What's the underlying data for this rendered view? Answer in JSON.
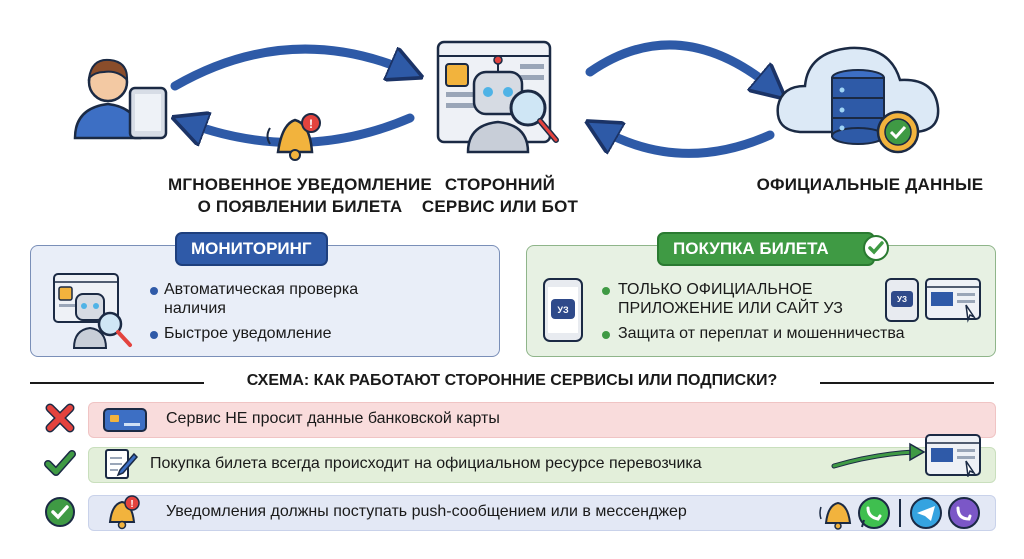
{
  "nodes": {
    "notify_label_line1": "МГНОВЕННОЕ УВЕДОМЛЕНИЕ",
    "notify_label_line2": "О ПОЯВЛЕНИИ БИЛЕТА",
    "service_label_line1": "СТОРОННИЙ",
    "service_label_line2": "СЕРВИС ИЛИ БОТ",
    "official_label": "ОФИЦИАЛЬНЫЕ ДАННЫЕ"
  },
  "monitoring": {
    "title": "МОНИТОРИНГ",
    "bullet1_line1": "Автоматическая проверка",
    "bullet1_line2": "наличия",
    "bullet2": "Быстрое уведомление"
  },
  "purchase": {
    "title": "ПОКУПКА БИЛЕТА",
    "bullet1_line1": "ТОЛЬКО ОФИЦИАЛЬНОЕ",
    "bullet1_line2": "ПРИЛОЖЕНИЕ ИЛИ САЙТ УЗ",
    "bullet2": "Защита от переплат и мошенничества",
    "app_logo": "УЗ"
  },
  "scheme_title": "СХЕМА: КАК РАБОТАЮТ СТОРОННИЕ СЕРВИСЫ ИЛИ ПОДПИСКИ?",
  "rules": [
    {
      "text": "Сервис НЕ просит данные банковской карты",
      "status": "cross"
    },
    {
      "text": "Покупка билета всегда происходит на официальном ресурсе перевозчика",
      "status": "check"
    },
    {
      "text": "Уведомления должны поступать push-сообщением или в мессенджер",
      "status": "check-circle"
    }
  ],
  "colors": {
    "blue_accent": "#2f5aa8",
    "green_accent": "#3f9a44",
    "red_row": "#f9dcdc",
    "green_row": "#e3efda",
    "blue_row": "#e3e8f5"
  }
}
